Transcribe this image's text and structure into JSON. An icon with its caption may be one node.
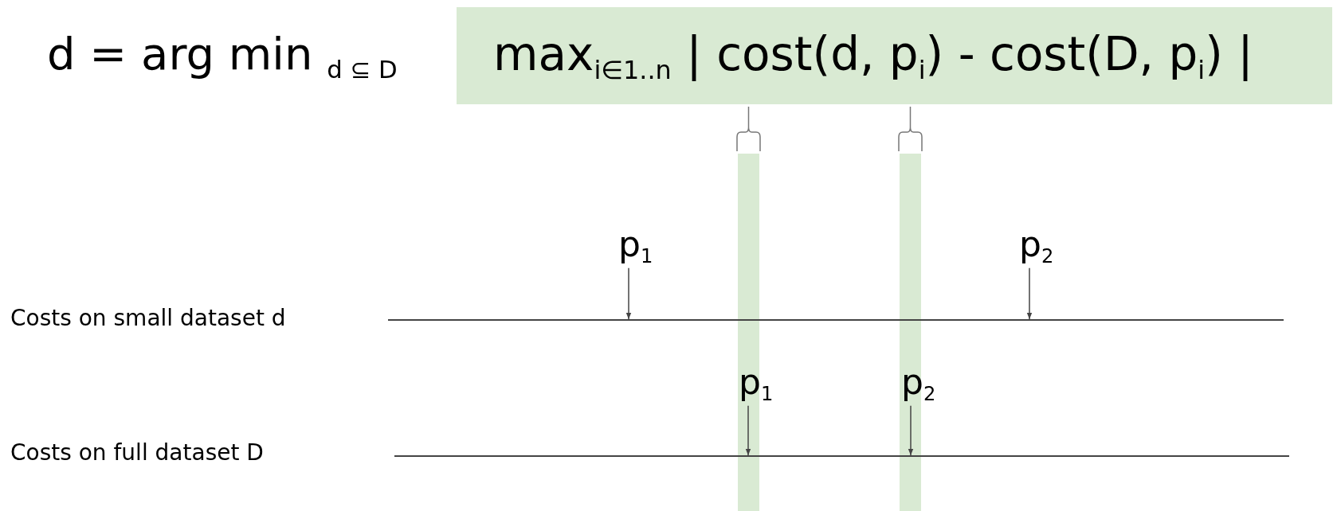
{
  "diagram": {
    "nodes": [
      {
        "text": [
          "max$_{i∈1..n}$ | cost(d, p$_{i}$) - cost(D, p$_{i}$) |"
        ]
      },
      {
        "text": [
          "p$_{1}$"
        ]
      },
      {
        "text": [
          "p$_{2}$"
        ]
      },
      {
        "text": [],
        "shape": "line"
      },
      {
        "text": [
          "p$_{1}$"
        ]
      },
      {
        "text": [
          "p$_{2}$"
        ]
      },
      {
        "text": [],
        "shape": "line"
      }
    ],
    "edges": [
      {
        "from": 1,
        "to": 3,
        "arrow": "to"
      },
      {
        "from": 2,
        "to": 3,
        "arrow": "to"
      },
      {
        "from": 4,
        "to": 6,
        "arrow": "to"
      },
      {
        "from": 5,
        "to": 6,
        "arrow": "to"
      }
    ],
    "labels": [
      "d = arg min $_{d ⊆ D}$",
      "Costs on small dataset d",
      "Costs on full dataset D"
    ]
  }
}
